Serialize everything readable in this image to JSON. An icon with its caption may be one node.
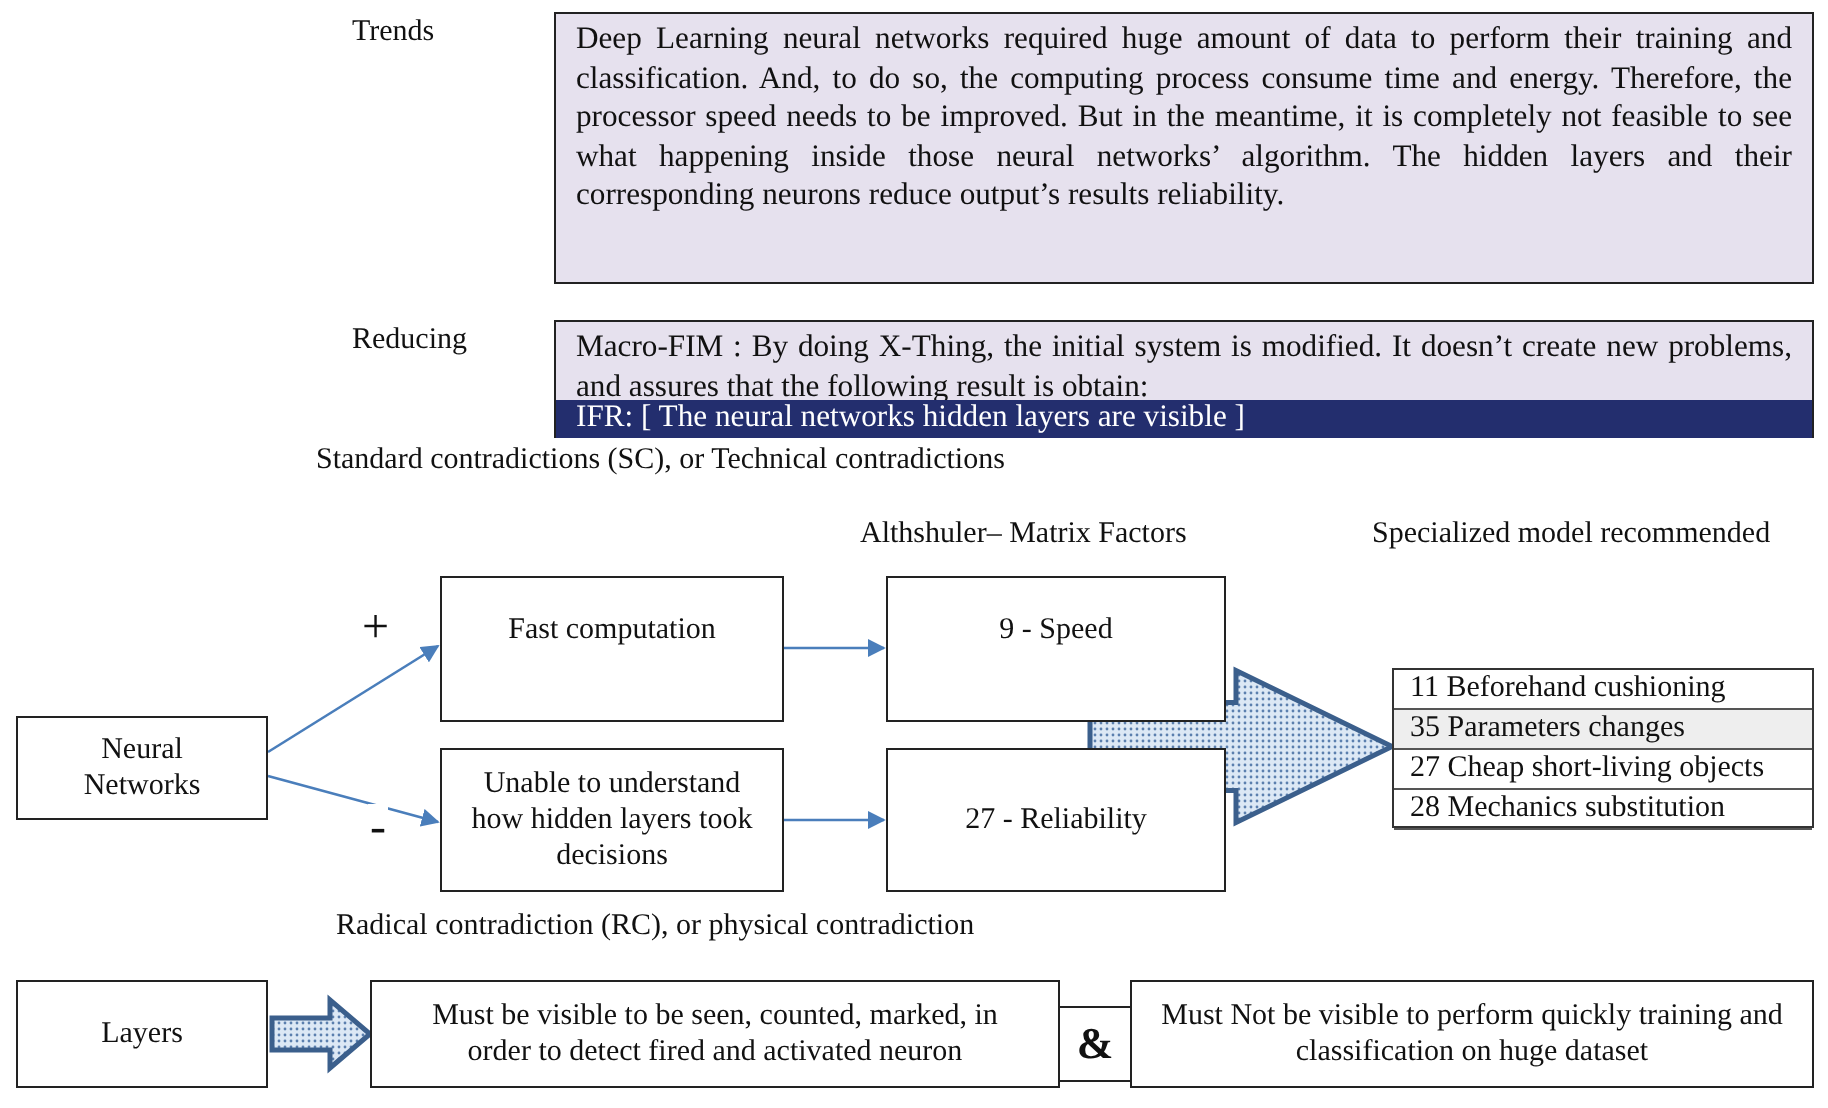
{
  "diagram": {
    "nodes": [
      {
        "text": [
          "Trends",
          "Deep Learning neural networks required huge amount of data to perform their training and classification. And, to do so, the computing process consume time and energy. Therefore, the processor speed needs to be improved. But in the meantime, it is completely not feasible to see what happening inside those neural networks’ algorithm. The hidden layers and their corresponding neurons reduce output’s results reliability."
        ]
      },
      {
        "text": [
          "Reducing",
          "Macro-FIM :  By doing X-Thing, the initial system is modified. It doesn’t create new problems, and assures that the following result is obtain:"
        ]
      },
      {
        "text": [
          "IFR:  [ The neural networks hidden layers are visible ]"
        ],
        "in": 1
      },
      {
        "text": [
          "Neural Networks"
        ]
      },
      {
        "text": [
          "Fast computation"
        ]
      },
      {
        "text": [
          "Unable to understand how hidden layers took decisions"
        ]
      },
      {
        "text": [
          "9 - Speed"
        ]
      },
      {
        "text": [
          "27 - Reliability"
        ]
      },
      {
        "text": [],
        "shape": "box"
      },
      {
        "text": [
          "11 Beforehand cushioning"
        ],
        "in": 8
      },
      {
        "text": [
          "35 Parameters changes"
        ],
        "in": 8
      },
      {
        "text": [
          "27 Cheap short-living objects"
        ],
        "in": 8
      },
      {
        "text": [
          "28 Mechanics substitution"
        ],
        "in": 8
      },
      {
        "text": [
          "Layers"
        ]
      },
      {
        "text": [
          "Must be visible to be seen, counted, marked, in order to detect fired and activated neuron"
        ]
      },
      {
        "text": [
          "&"
        ]
      },
      {
        "text": [
          "Must Not be visible  to perform quickly training and classification on huge dataset"
        ]
      }
    ],
    "edges": [
      {
        "from": 3,
        "to": 4,
        "arrow": "to",
        "label": "+"
      },
      {
        "from": 3,
        "to": 5,
        "arrow": "to",
        "label": "-"
      },
      {
        "from": 4,
        "to": 6,
        "arrow": "to"
      },
      {
        "from": 5,
        "to": 7,
        "arrow": "to"
      },
      {
        "from": 6,
        "to": 8,
        "arrow": "to",
        "style": "thick"
      },
      {
        "from": 7,
        "to": 8,
        "arrow": "to",
        "style": "thick"
      },
      {
        "from": 13,
        "to": 14,
        "arrow": "to",
        "style": "thick"
      }
    ],
    "labels": [
      "Standard contradictions (SC), or Technical contradictions",
      "Althshuler– Matrix Factors",
      "Specialized model recommended",
      "Radical contradiction (RC), or physical contradiction"
    ]
  }
}
